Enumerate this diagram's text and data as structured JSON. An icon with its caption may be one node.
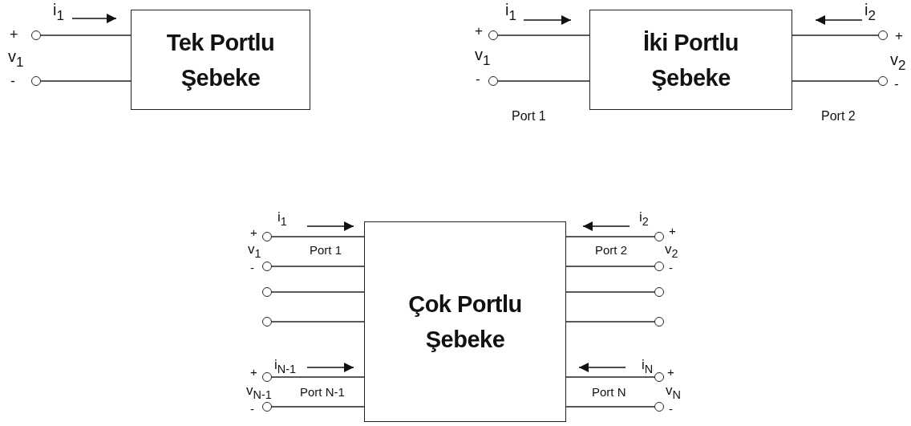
{
  "diagram": {
    "nodes": [
      {
        "text": [
          "Tek Portlu Şebeke"
        ]
      },
      {
        "text": [],
        "shape": "circle"
      },
      {
        "text": [],
        "shape": "circle"
      },
      {
        "text": [
          "İki Portlu Şebeke"
        ]
      },
      {
        "text": [],
        "shape": "circle"
      },
      {
        "text": [],
        "shape": "circle"
      },
      {
        "text": [],
        "shape": "circle"
      },
      {
        "text": [],
        "shape": "circle"
      },
      {
        "text": [
          "Çok Portlu Şebeke"
        ]
      },
      {
        "text": [],
        "shape": "circle"
      },
      {
        "text": [],
        "shape": "circle"
      },
      {
        "text": [],
        "shape": "circle"
      },
      {
        "text": [],
        "shape": "circle"
      },
      {
        "text": [],
        "shape": "circle"
      },
      {
        "text": [],
        "shape": "circle"
      },
      {
        "text": [],
        "shape": "circle"
      },
      {
        "text": [],
        "shape": "circle"
      },
      {
        "text": [],
        "shape": "circle"
      },
      {
        "text": [],
        "shape": "circle"
      },
      {
        "text": [],
        "shape": "circle"
      },
      {
        "text": [],
        "shape": "circle"
      }
    ],
    "edges": [
      {
        "from": 1,
        "to": 0,
        "arrow": "none"
      },
      {
        "from": 2,
        "to": 0,
        "arrow": "none"
      },
      {
        "from": 4,
        "to": 3,
        "arrow": "none"
      },
      {
        "from": 5,
        "to": 3,
        "arrow": "none"
      },
      {
        "from": 6,
        "to": 3,
        "arrow": "none"
      },
      {
        "from": 7,
        "to": 3,
        "arrow": "none"
      },
      {
        "from": 9,
        "to": 8,
        "arrow": "none"
      },
      {
        "from": 10,
        "to": 8,
        "arrow": "none"
      },
      {
        "from": 11,
        "to": 8,
        "arrow": "none"
      },
      {
        "from": 12,
        "to": 8,
        "arrow": "none"
      },
      {
        "from": 13,
        "to": 8,
        "arrow": "none"
      },
      {
        "from": 14,
        "to": 8,
        "arrow": "none"
      },
      {
        "from": 15,
        "to": 8,
        "arrow": "none"
      },
      {
        "from": 16,
        "to": 8,
        "arrow": "none"
      },
      {
        "from": 17,
        "to": 8,
        "arrow": "none"
      },
      {
        "from": 18,
        "to": 8,
        "arrow": "none"
      },
      {
        "from": 19,
        "to": 8,
        "arrow": "none"
      },
      {
        "from": 20,
        "to": 8,
        "arrow": "none"
      }
    ],
    "labels": [
      "i$_{1}$",
      "+",
      "v$_{1}$",
      "-",
      "i$_{1}$",
      "i$_{2}$",
      "+",
      "+",
      "v$_{1}$",
      "v$_{2}$",
      "-",
      "-",
      "Port 1",
      "Port 2",
      "i$_{1}$",
      "i$_{2}$",
      "+",
      "+",
      "v$_{1}$",
      "Port 1",
      "Port 2",
      "v$_{2}$",
      "-",
      "-",
      "i$_{N-1}$",
      "i$_{N}$",
      "+",
      "+",
      "v$_{N-1}$",
      "Port N-1",
      "Port N",
      "v$_{N}$",
      "-",
      "-"
    ]
  }
}
